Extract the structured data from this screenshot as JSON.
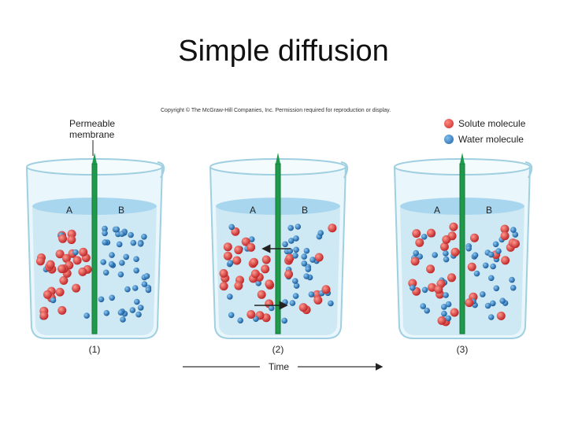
{
  "title": "Simple diffusion",
  "copyright": "Copyright © The McGraw-Hill Companies, Inc. Permission required for reproduction or display.",
  "membrane_label_line1": "Permeable",
  "membrane_label_line2": "membrane",
  "legend": {
    "solute": {
      "label": "Solute molecule",
      "color": "#d23a33"
    },
    "water": {
      "label": "Water molecule",
      "color": "#2a7fc1"
    }
  },
  "beakers": [
    {
      "caption": "(1)",
      "side_a": "A",
      "side_b": "B"
    },
    {
      "caption": "(2)",
      "side_a": "A",
      "side_b": "B"
    },
    {
      "caption": "(3)",
      "side_a": "A",
      "side_b": "B"
    }
  ],
  "time_label": "Time"
}
